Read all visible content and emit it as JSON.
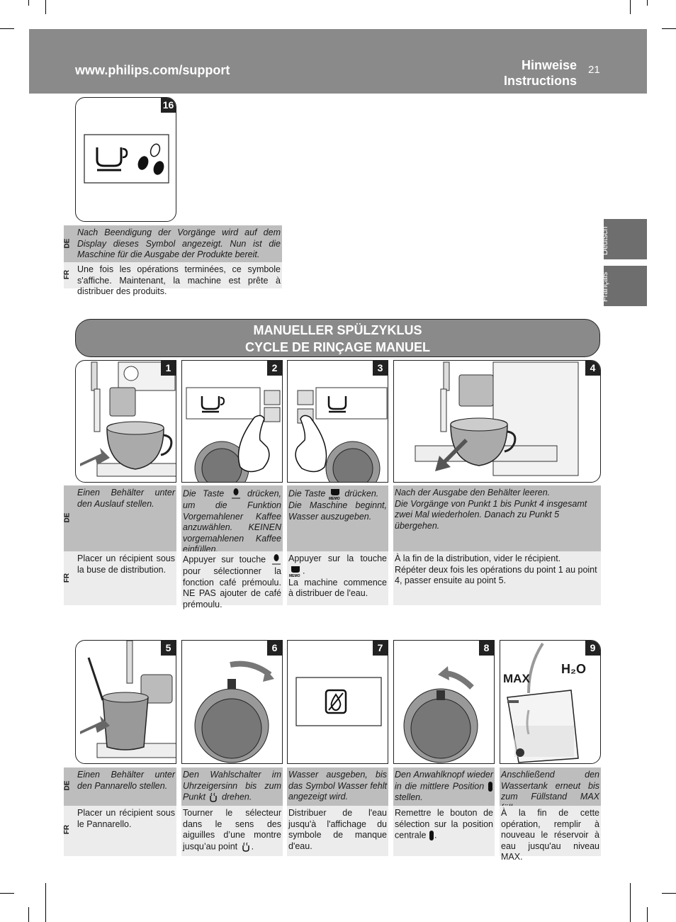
{
  "header": {
    "url": "www.philips.com/support",
    "title_line1": "Hinweise",
    "title_line2": "Instructions",
    "page_number": "21"
  },
  "side_tabs": [
    "Deutsch",
    "Français"
  ],
  "lang_labels": {
    "de": "DE",
    "fr": "FR"
  },
  "top_step": {
    "number": "16",
    "de": "Nach Beendigung der Vorgänge wird auf dem Display dieses Symbol angezeigt. Nun ist die Maschine für die Ausgabe der Produkte bereit.",
    "fr": "Une fois les opérations terminées, ce symbole s'affiche. Maintenant, la machine est prête à distribuer des produits."
  },
  "section": {
    "title_de": "MANUELLER SPÜLZYKLUS",
    "title_fr": "CYCLE DE RINÇAGE MANUEL"
  },
  "row1": [
    {
      "number": "1",
      "de": "Einen Behälter unter den Auslauf stellen.",
      "fr": "Placer un récipient sous la buse de distribution."
    },
    {
      "number": "2",
      "de_a": "Die Taste",
      "de_b": "drücken, um die Funktion Vorgemahlener Kaffee anzuwählen. KEINEN vorgemahlenen Kaffee einfüllen.",
      "fr_a": "Appuyer sur touche",
      "fr_b": "pour sélectionner la fonction café prémoulu. NE PAS ajouter de café prémoulu."
    },
    {
      "number": "3",
      "de_a": "Die Taste",
      "de_b": "drücken.",
      "de_c": "Die Maschine beginnt, Wasser auszugeben.",
      "fr_a": "Appuyer sur la touche",
      "fr_b": ".",
      "fr_c": "La machine commence à distribuer de l'eau."
    },
    {
      "number": "4",
      "de_a": "Nach der Ausgabe den Behälter leeren.",
      "de_b": "Die Vorgänge von Punkt 1 bis Punkt 4 insgesamt zwei Mal wiederholen. Danach zu Punkt 5 übergehen.",
      "fr_a": "À la fin de la distribution, vider le récipient.",
      "fr_b": "Répéter deux fois les opérations du point 1 au point 4, passer ensuite au point 5."
    }
  ],
  "row2": [
    {
      "number": "5",
      "de": "Einen Behälter unter den Pannarello stellen.",
      "fr": "Placer un récipient sous le Pannarello."
    },
    {
      "number": "6",
      "de_a": "Den Wahlschalter im Uhrzeigersinn bis zum Punkt",
      "de_b": "drehen.",
      "fr_a": "Tourner le sélecteur dans le sens des aiguilles d’une montre jusqu’au point",
      "fr_b": "."
    },
    {
      "number": "7",
      "de": "Wasser ausgeben, bis das Symbol Wasser fehlt angezeigt wird.",
      "fr": "Distribuer de l'eau jusqu'à l'affichage du symbole de manque d'eau."
    },
    {
      "number": "8",
      "de_a": "Den Anwahlknopf wieder in die mittlere Position",
      "de_b": "stellen.",
      "fr_a": "Remettre le bouton de sélection sur la position centrale",
      "fr_b": "."
    },
    {
      "number": "9",
      "de": "Anschließend den Wassertank erneut bis zum Füllstand MAX füllen.",
      "fr": "À la fin de cette opération, remplir à nouveau le réservoir à eau jusqu'au niveau MAX.",
      "label_max": "MAX",
      "label_h2o": "H₂O"
    }
  ],
  "button_memo_label": "MEMO"
}
